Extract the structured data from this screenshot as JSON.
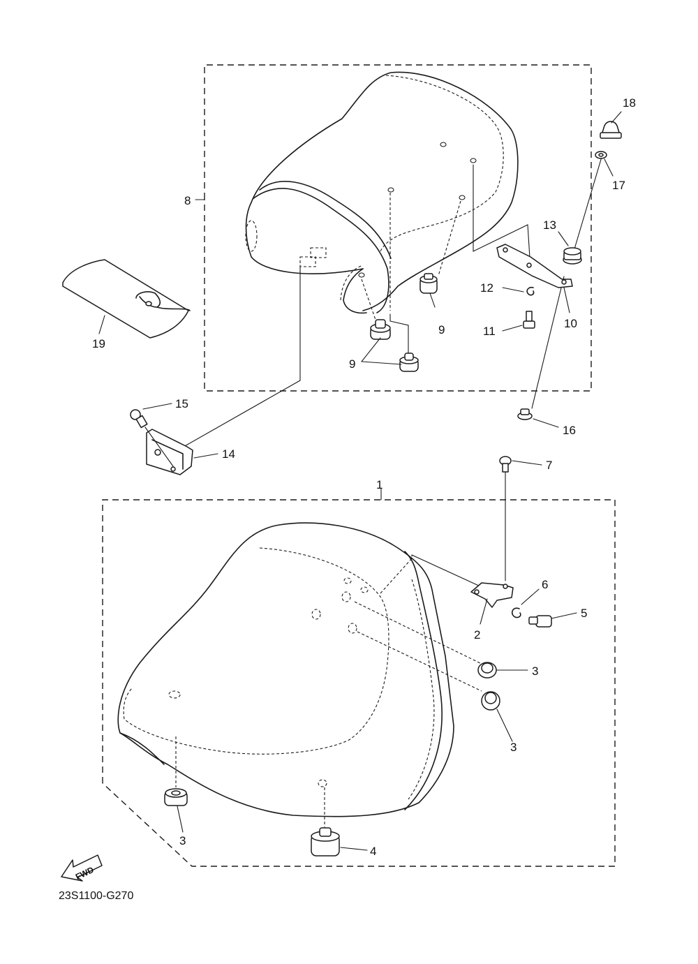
{
  "diagram": {
    "drawing_code": "23S1100-G270",
    "forward_indicator": "FWD",
    "callouts": {
      "c1": "1",
      "c2": "2",
      "c3a": "3",
      "c3b": "3",
      "c3c": "3",
      "c4": "4",
      "c5": "5",
      "c6": "6",
      "c7": "7",
      "c8": "8",
      "c9a": "9",
      "c9b": "9",
      "c10": "10",
      "c11": "11",
      "c12": "12",
      "c13": "13",
      "c14": "14",
      "c15": "15",
      "c16": "16",
      "c17": "17",
      "c18": "18",
      "c19": "19"
    }
  }
}
